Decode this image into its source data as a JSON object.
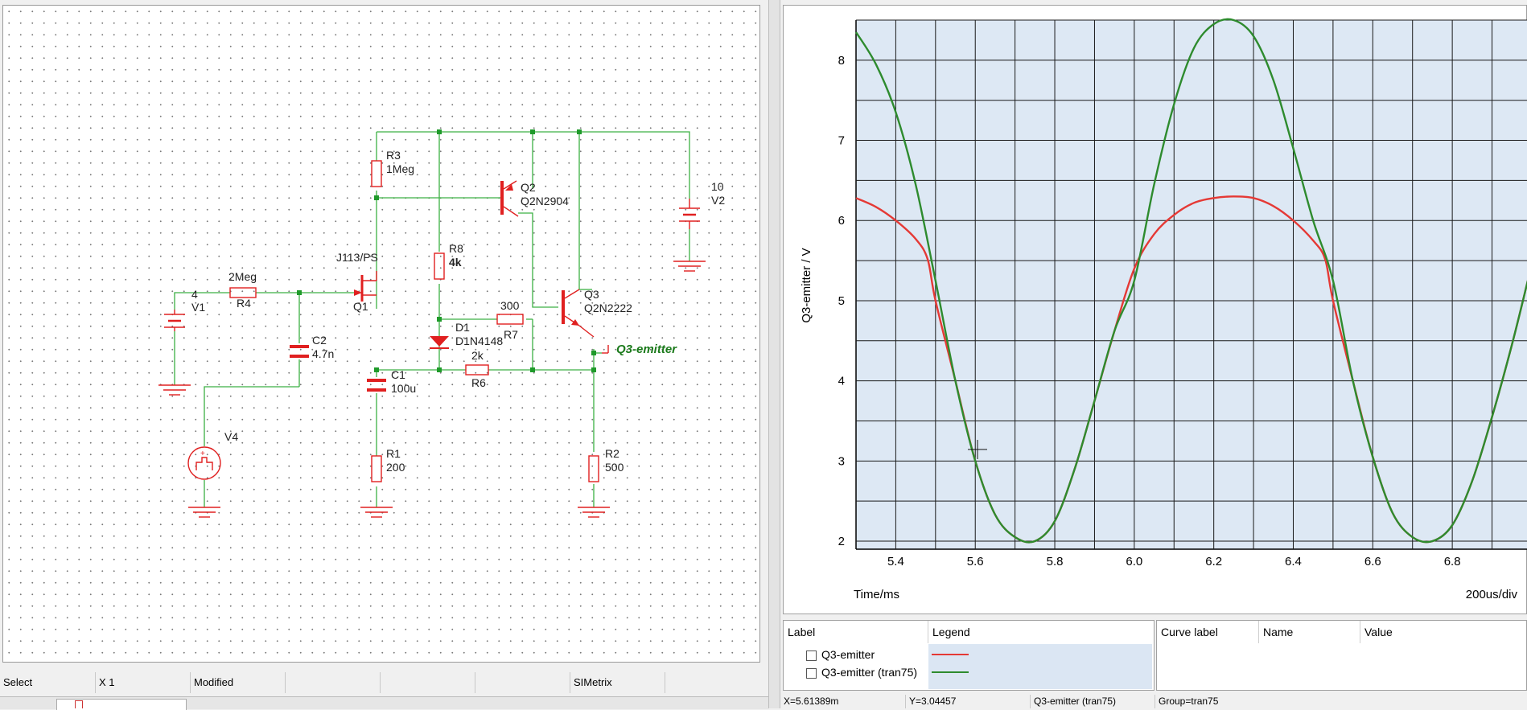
{
  "schematic": {
    "components": {
      "R3": {
        "ref": "R3",
        "value": "1Meg"
      },
      "Q2": {
        "ref": "Q2",
        "value": "Q2N2904"
      },
      "V2": {
        "ref": "V2",
        "value": "10"
      },
      "J1": {
        "model": "J113/PS",
        "ref": "Q1"
      },
      "R8": {
        "ref": "R8",
        "value": "4k"
      },
      "R4": {
        "ref": "R4",
        "value": "2Meg"
      },
      "V1": {
        "ref": "V1",
        "value": "4"
      },
      "Q3": {
        "ref": "Q3",
        "value": "Q2N2222"
      },
      "D1": {
        "ref": "D1",
        "value": "D1N4148"
      },
      "R7": {
        "ref": "R7",
        "value": "300"
      },
      "C2": {
        "ref": "C2",
        "value": "4.7n"
      },
      "C1": {
        "ref": "C1",
        "value": "100u"
      },
      "R6": {
        "ref": "R6",
        "value": "2k"
      },
      "V4": {
        "ref": "V4"
      },
      "R1": {
        "ref": "R1",
        "value": "200"
      },
      "R2": {
        "ref": "R2",
        "value": "500"
      }
    },
    "probe_label": "Q3-emitter",
    "colors": {
      "component": "#e02020",
      "wire": "#3cb043",
      "junction": "#1f9a2a",
      "probe_text": "#1b7a1b"
    }
  },
  "schematic_status": {
    "mode": "Select",
    "zoom": "X 1",
    "state": "Modified",
    "app": "SIMetrix"
  },
  "graph": {
    "x_label": "Time/ms",
    "y_label": "Q3-emitter / V",
    "scale_label": "200us/div",
    "background": "#dde8f4",
    "cursor_icon": "crosshair-icon"
  },
  "chart_data": {
    "type": "line",
    "xlabel": "Time/ms",
    "ylabel": "Q3-emitter / V",
    "xlim": [
      5.3,
      6.99
    ],
    "ylim": [
      1.9,
      8.5
    ],
    "x_ticks": [
      "5.4",
      "5.6",
      "5.8",
      "6.0",
      "6.2",
      "6.4",
      "6.6",
      "6.8"
    ],
    "y_ticks": [
      "2",
      "3",
      "4",
      "5",
      "6",
      "7",
      "8"
    ],
    "grid": true,
    "series": [
      {
        "name": "Q3-emitter",
        "color": "#e53935",
        "x": [
          5.3,
          5.35,
          5.4,
          5.45,
          5.48,
          5.5,
          5.55,
          5.6,
          5.65,
          5.7,
          5.75,
          5.8,
          5.85,
          5.9,
          5.95,
          6.0,
          6.05,
          6.1,
          6.15,
          6.2,
          6.25,
          6.3,
          6.35,
          6.4,
          6.45,
          6.48,
          6.5,
          6.55,
          6.6,
          6.65,
          6.7,
          6.75,
          6.8,
          6.85,
          6.9,
          6.95,
          6.99
        ],
        "y": [
          6.28,
          6.17,
          6.0,
          5.77,
          5.52,
          5.0,
          4.0,
          3.0,
          2.33,
          2.05,
          2.0,
          2.25,
          2.9,
          3.75,
          4.62,
          5.4,
          5.83,
          6.07,
          6.22,
          6.28,
          6.3,
          6.28,
          6.18,
          6.0,
          5.75,
          5.52,
          5.0,
          4.0,
          3.05,
          2.35,
          2.05,
          2.0,
          2.2,
          2.75,
          3.55,
          4.45,
          5.25
        ]
      },
      {
        "name": "Q3-emitter (tran75)",
        "color": "#2e8b2e",
        "x": [
          5.3,
          5.35,
          5.4,
          5.45,
          5.5,
          5.55,
          5.6,
          5.65,
          5.7,
          5.75,
          5.8,
          5.85,
          5.9,
          5.95,
          6.0,
          6.05,
          6.1,
          6.15,
          6.2,
          6.25,
          6.3,
          6.35,
          6.4,
          6.45,
          6.5,
          6.55,
          6.6,
          6.65,
          6.7,
          6.75,
          6.8,
          6.85,
          6.9,
          6.95,
          6.99
        ],
        "y": [
          8.35,
          7.95,
          7.35,
          6.45,
          5.25,
          4.0,
          3.0,
          2.33,
          2.05,
          2.0,
          2.25,
          2.9,
          3.75,
          4.62,
          5.25,
          6.45,
          7.45,
          8.15,
          8.45,
          8.5,
          8.3,
          7.75,
          6.9,
          6.0,
          5.25,
          4.0,
          3.05,
          2.35,
          2.05,
          2.0,
          2.2,
          2.75,
          3.55,
          4.45,
          5.25
        ]
      }
    ]
  },
  "legend_panel": {
    "col_label": "Label",
    "col_legend": "Legend",
    "rows": [
      {
        "label": "Q3-emitter",
        "color": "#e53935"
      },
      {
        "label": "Q3-emitter (tran75)",
        "color": "#2e8b2e"
      }
    ]
  },
  "cursor_panel": {
    "col_curve": "Curve label",
    "col_name": "Name",
    "col_value": "Value"
  },
  "graph_status": {
    "x_readout": "X=5.61389m",
    "y_readout": "Y=3.04457",
    "curve": "Q3-emitter (tran75)",
    "group": "Group=tran75"
  }
}
